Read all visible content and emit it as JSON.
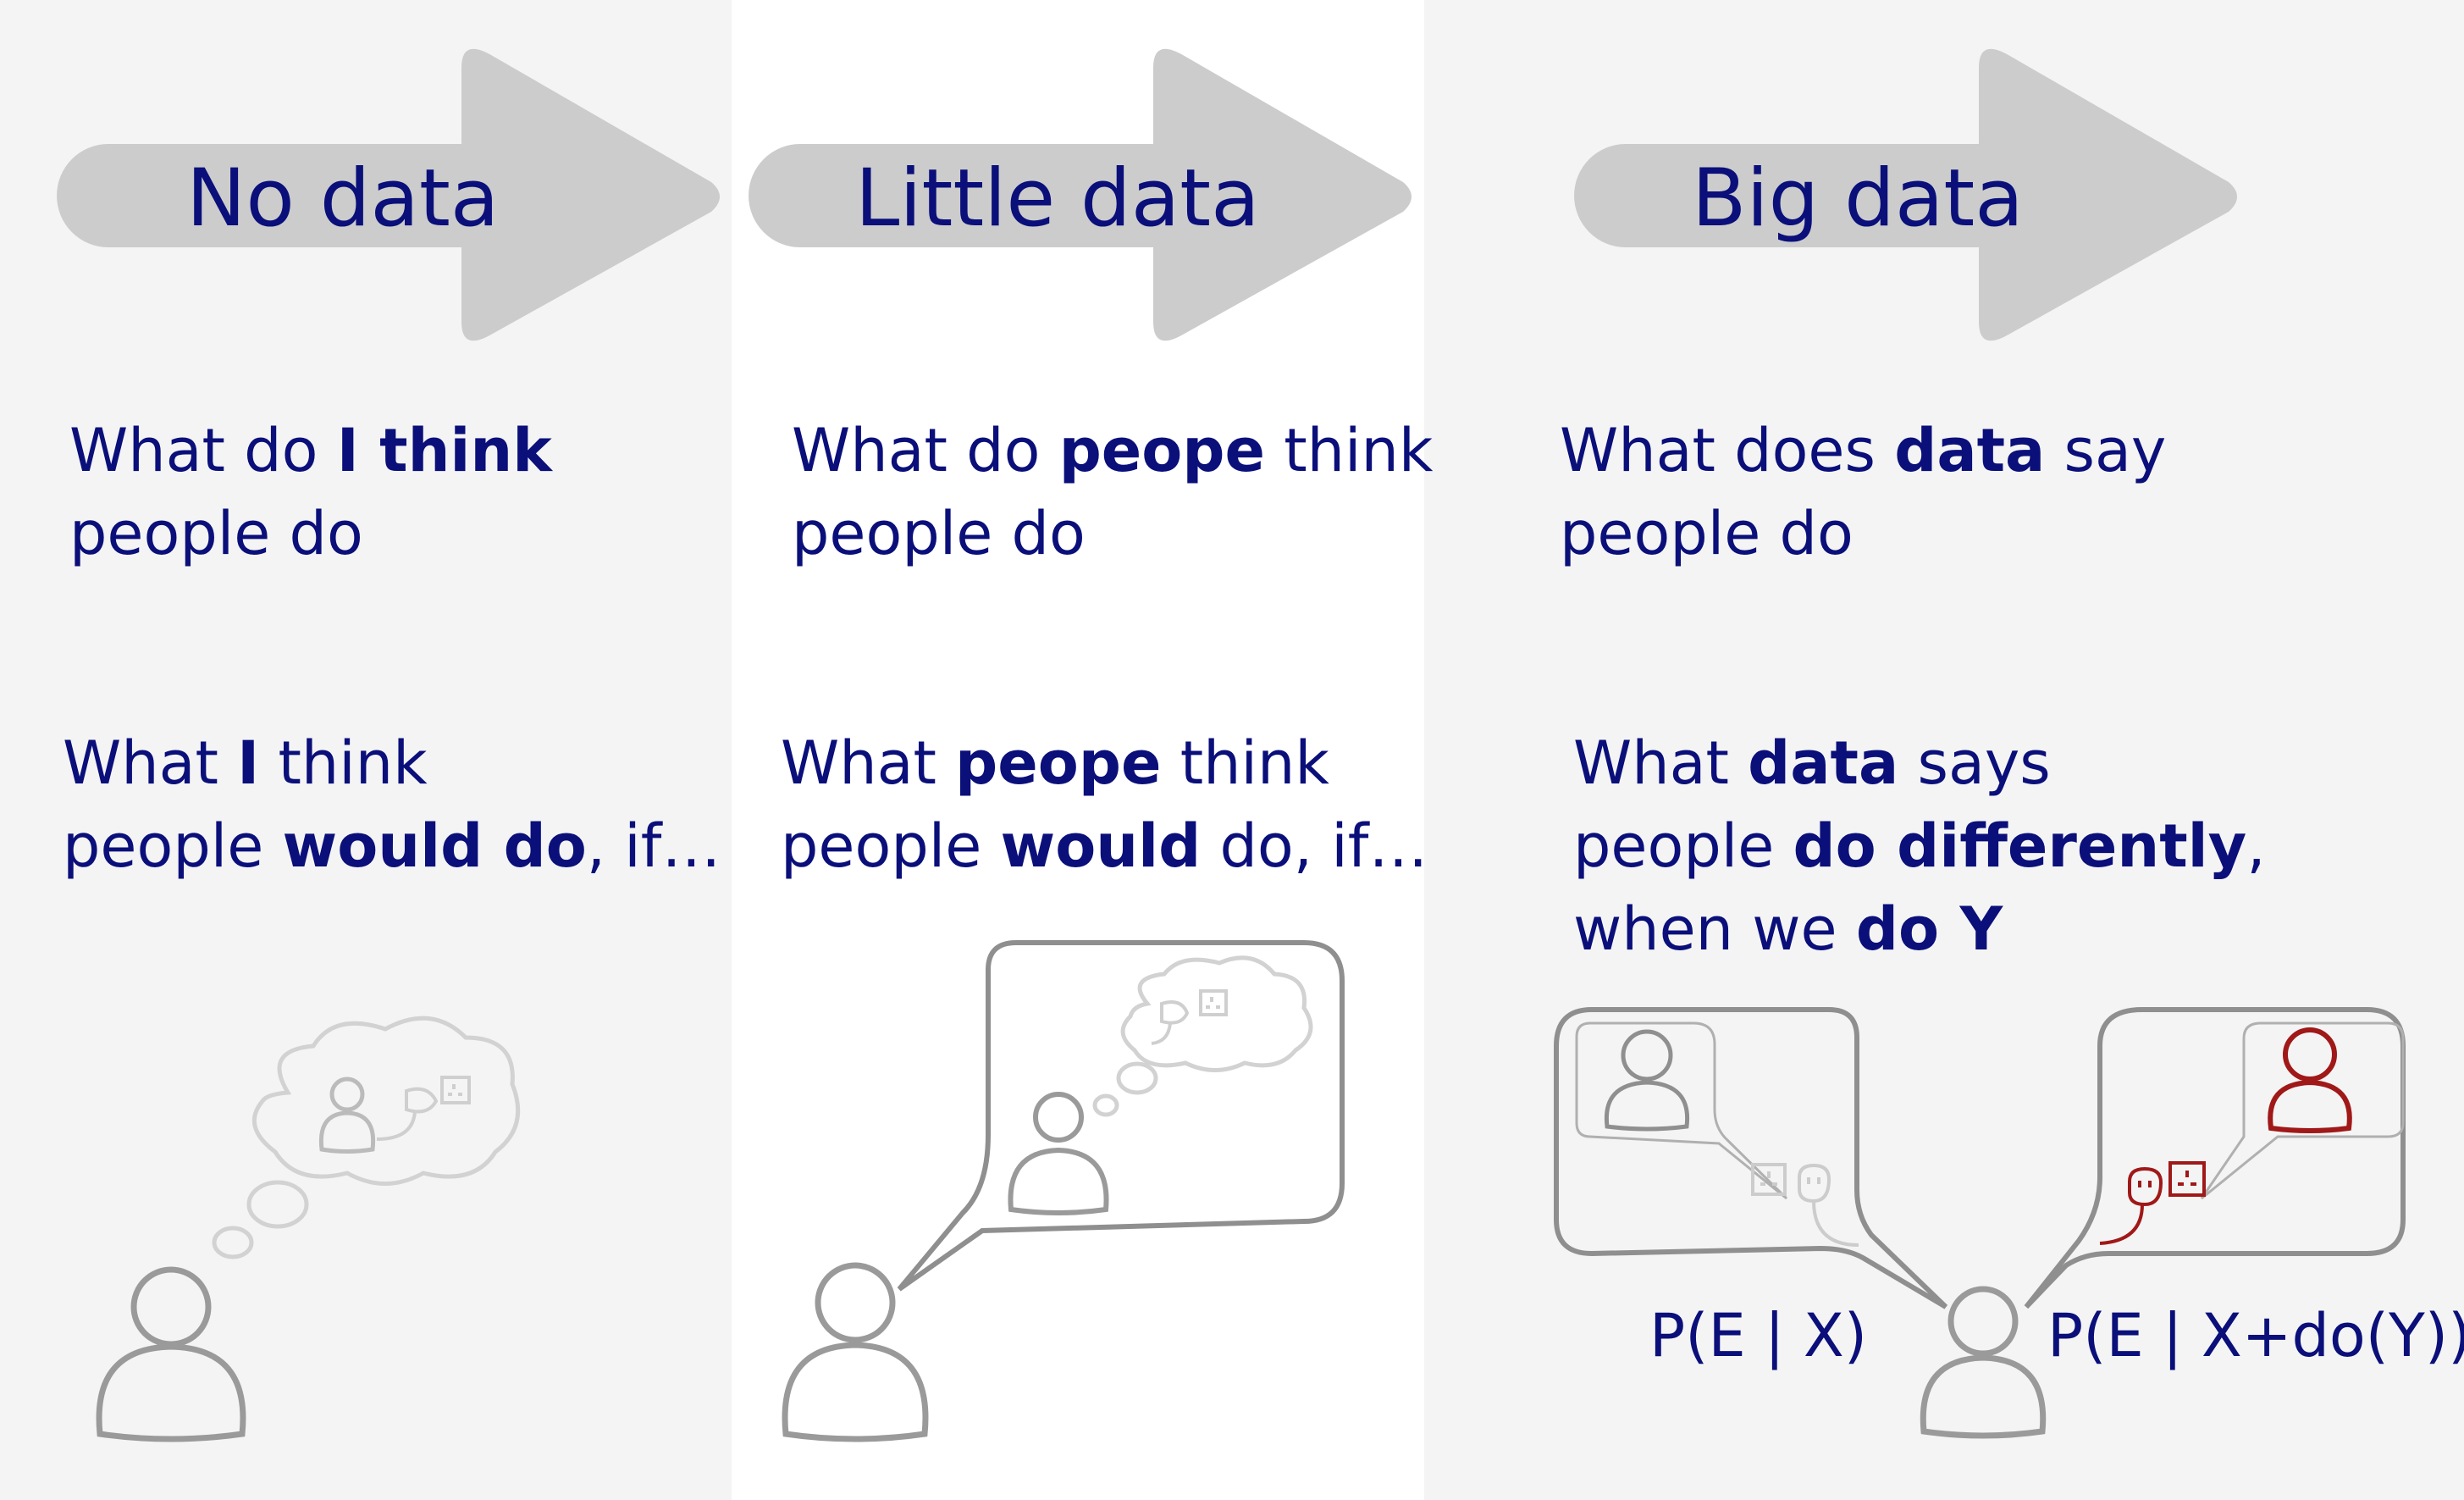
{
  "stages": [
    {
      "arrow_label": "No data",
      "q1": {
        "a": "What do ",
        "b": "I think",
        "c": "",
        "line2": "people do"
      },
      "q2": {
        "line1": {
          "a": "What ",
          "b": "I",
          "c": " think"
        },
        "line2": {
          "a": "people ",
          "b": "would do",
          "c": ", if…"
        }
      }
    },
    {
      "arrow_label": "Little data",
      "q1": {
        "a": "What do ",
        "b": "peope",
        "c": " think",
        "line2": "people do"
      },
      "q2": {
        "line1": {
          "a": "What ",
          "b": "peope",
          "c": " think"
        },
        "line2": {
          "a": "people ",
          "b": "would",
          "c": " do, if…"
        }
      }
    },
    {
      "arrow_label": "Big data",
      "q1": {
        "a": "What does ",
        "b": "data",
        "c": " say",
        "line2": "people do"
      },
      "q2": {
        "line1": {
          "a": "What ",
          "b": "data",
          "c": " says"
        },
        "line2": {
          "a": "people ",
          "b": "do differently",
          "c": ","
        },
        "line3": {
          "a": "when we ",
          "b": "do Y",
          "c": ""
        }
      }
    }
  ],
  "formulas": {
    "observational": "P(E | X)",
    "interventional": "P(E | X+do(Y))"
  },
  "colors": {
    "text": "#0a0f7a",
    "arrow": "#cccccc",
    "panel_bg": "#f4f4f4",
    "outline": "#9a9a9a",
    "light_outline": "#c8c8c8",
    "accent": "#a01818"
  },
  "icons": [
    "arrow-shape",
    "person-icon",
    "thought-bubble",
    "speech-bubble",
    "plug-icon",
    "socket-icon"
  ]
}
